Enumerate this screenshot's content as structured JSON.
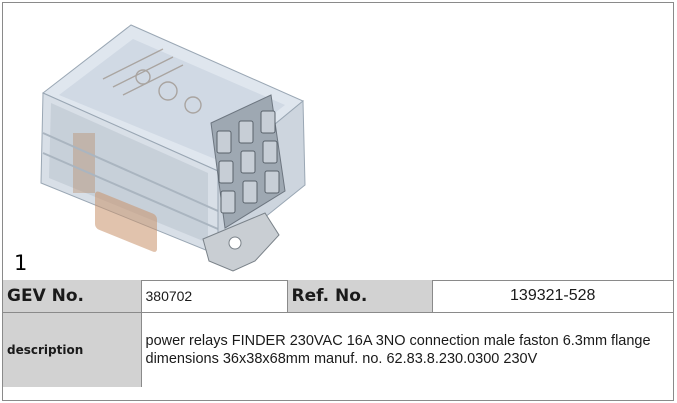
{
  "product_image": {
    "index_label": "1"
  },
  "spec_table": {
    "gev_label": "GEV No.",
    "gev_value": "380702",
    "ref_label": "Ref. No.",
    "ref_value": "139321-528",
    "description_label": "description",
    "description_value": "power relays  FINDER 230VAC 16A 3NO connection male faston 6.3mm flange dimensions 36x38x68mm manuf. no. 62.83.8.230.0300 230V"
  },
  "colors": {
    "label_background": "#d2d2d2",
    "border": "#8a8a8a"
  }
}
